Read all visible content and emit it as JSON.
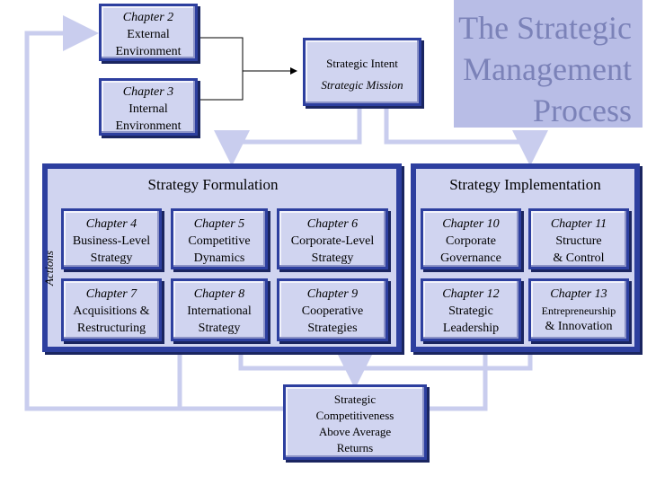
{
  "title": "The Strategic Management Process",
  "chapter2": {
    "chapter": "Chapter 2",
    "line1": "External",
    "line2": "Environment"
  },
  "chapter3": {
    "chapter": "Chapter 3",
    "line1": "Internal",
    "line2": "Environment"
  },
  "intent": {
    "line1": "Strategic Intent",
    "line2": "Strategic Mission"
  },
  "formulation": {
    "heading": "Strategy Formulation",
    "side_label": "Actions",
    "cells": [
      {
        "chapter": "Chapter 4",
        "line1": "Business-Level",
        "line2": "Strategy"
      },
      {
        "chapter": "Chapter 5",
        "line1": "Competitive",
        "line2": "Dynamics"
      },
      {
        "chapter": "Chapter 6",
        "line1": "Corporate-Level",
        "line2": "Strategy"
      },
      {
        "chapter": "Chapter 7",
        "line1": "Acquisitions &",
        "line2": "Restructuring"
      },
      {
        "chapter": "Chapter 8",
        "line1": "International",
        "line2": "Strategy"
      },
      {
        "chapter": "Chapter 9",
        "line1": "Cooperative",
        "line2": "Strategies"
      }
    ]
  },
  "implementation": {
    "heading": "Strategy Implementation",
    "cells": [
      {
        "chapter": "Chapter 10",
        "line1": "Corporate",
        "line2": "Governance"
      },
      {
        "chapter": "Chapter 11",
        "line1": "Structure",
        "line2": "& Control"
      },
      {
        "chapter": "Chapter 12",
        "line1": "Strategic",
        "line2": "Leadership"
      },
      {
        "chapter": "Chapter 13",
        "line1": "Entrepreneurship",
        "line2": "& Innovation"
      }
    ]
  },
  "outcome": {
    "line1": "Strategic",
    "line2": "Competitiveness",
    "line3": "Above Average",
    "line4": "Returns"
  },
  "colors": {
    "box_border": "#2d3f9f",
    "box_fill": "#d0d4f0",
    "arrow": "#c9cdee",
    "title_bg": "#b8bde6",
    "title_text": "#7b82b8"
  }
}
